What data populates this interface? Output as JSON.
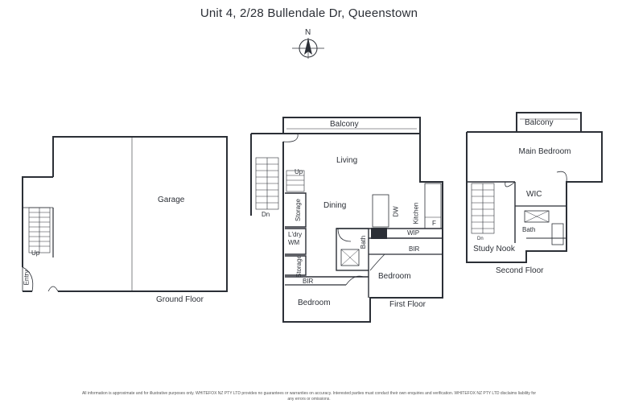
{
  "title": "Unit 4, 2/28 Bullendale Dr, Queenstown",
  "compass": {
    "label": "N",
    "icon": "north-arrow-icon"
  },
  "floors": {
    "ground": {
      "name": "Ground Floor",
      "rooms": {
        "garage": "Garage",
        "entry": "Entry",
        "stairs_up": "Up"
      }
    },
    "first": {
      "name": "First Floor",
      "rooms": {
        "balcony": "Balcony",
        "living": "Living",
        "dining": "Dining",
        "kitchen": "Kitchen",
        "storage_1": "Storage",
        "laundry": "L'dry",
        "wm": "WM",
        "storage_2": "Storage",
        "wip": "WIP",
        "bath": "Bath",
        "bir_1": "BIR",
        "bir_2": "BIR",
        "bedroom_1": "Bedroom",
        "bedroom_2": "Bedroom",
        "stairs_up": "Up",
        "stairs_dn": "Dn",
        "fridge": "F",
        "dw": "DW"
      }
    },
    "second": {
      "name": "Second Floor",
      "rooms": {
        "balcony": "Balcony",
        "main_bedroom": "Main Bedroom",
        "wic": "WIC",
        "bath": "Bath",
        "study_nook": "Study Nook",
        "stairs_dn": "Dn"
      }
    }
  },
  "disclaimer": "All information is approximate and for illustrative purposes only. WHITEFOX NZ PTY LTD provides no guarantees or warranties on accuracy. Interested parties must conduct their own enquiries and verification. WHITEFOX NZ PTY LTD disclaims liability for any errors or omissions."
}
